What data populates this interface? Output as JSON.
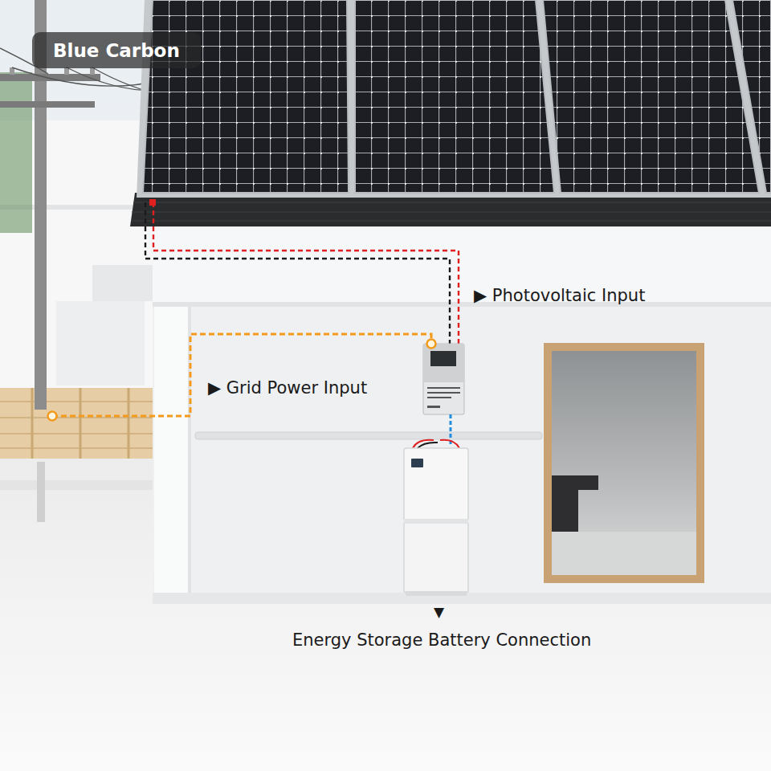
{
  "diagram": {
    "nodes": [
      {
        "text": [
          "Blue Carbon"
        ]
      }
    ],
    "labels": [
      "▶ Photovoltaic Input",
      "▶ Grid Power Input",
      "▼",
      "Energy Storage Battery Connection"
    ]
  }
}
